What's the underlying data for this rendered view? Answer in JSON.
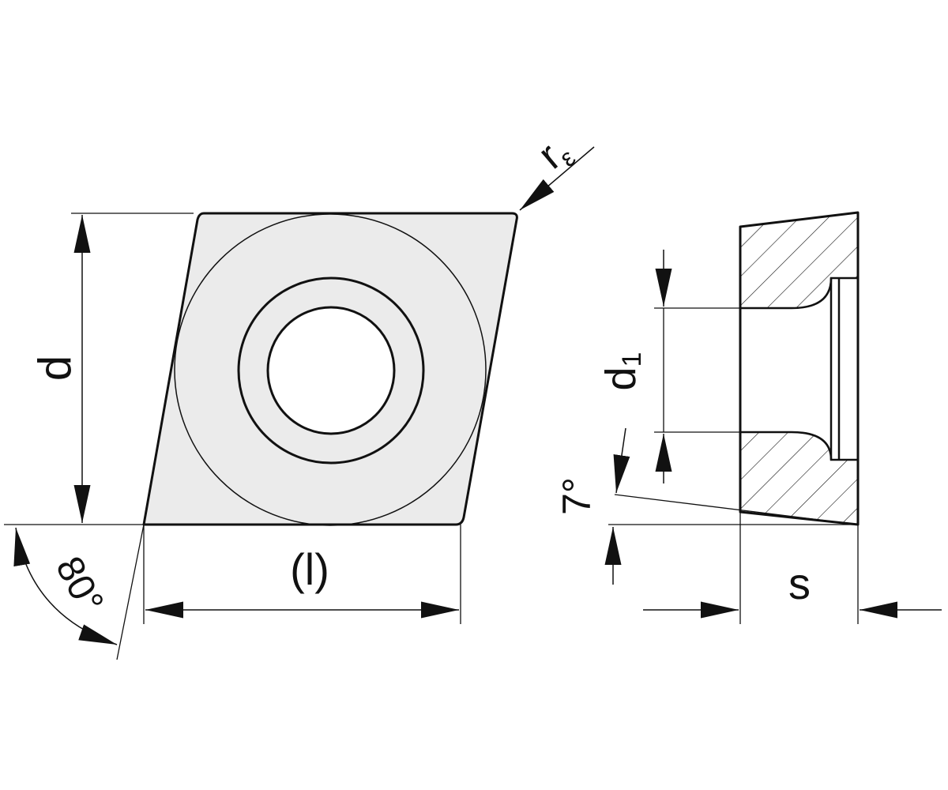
{
  "diagram": {
    "labels": {
      "d": "d",
      "l": "(l)",
      "r_base": "r",
      "r_sub": "ε",
      "angle_80": "80°",
      "d1_base": "d",
      "d1_sub": "1",
      "angle_7": "7°",
      "s": "s"
    },
    "colors": {
      "stroke": "#111111",
      "insert_fill": "#ebebeb",
      "background": "#ffffff"
    }
  }
}
